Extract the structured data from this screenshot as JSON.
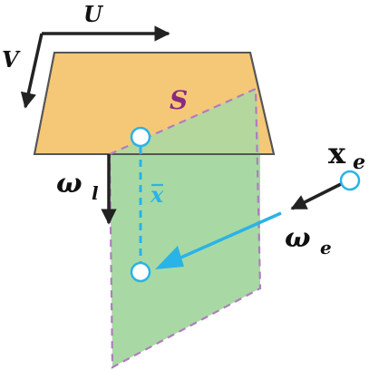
{
  "labels": {
    "u": "U",
    "v": "V",
    "s": "S",
    "omega_l_base": "ω",
    "omega_l_sub": "l",
    "x_bar": "x",
    "x_e_base": "x",
    "x_e_sub": "e",
    "omega_e_base": "ω",
    "omega_e_sub": "e"
  },
  "colors": {
    "trapezoid_fill": "#f5c877",
    "green_fill": "#a8d9a4",
    "dashed_outline": "#b07cc0",
    "arrow_black": "#222222",
    "cyan": "#2ab3e6",
    "s_label": "#8a2a7e",
    "x_bar_label": "#2ab3e6"
  }
}
